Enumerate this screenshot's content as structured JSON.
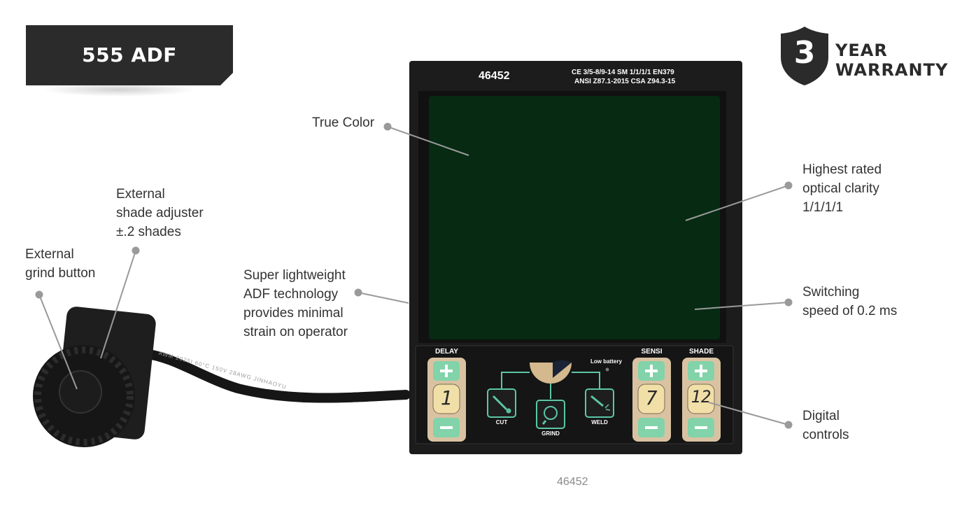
{
  "title": "555 ADF",
  "warranty": {
    "number": "3",
    "line1": "YEAR",
    "line2": "WARRANTY"
  },
  "filter": {
    "model": "46452",
    "cert_line1": "CE 3/5-8/9-14  SM  1/1/1/1  EN379",
    "cert_line2": "ANSI Z87.1-2015 CSA Z94.3-15",
    "low_battery": "Low battery",
    "delay_label": "DELAY",
    "delay_value": "1",
    "sensi_label": "SENSI",
    "sensi_value": "7",
    "shade_label": "SHADE",
    "shade_value": "12",
    "mode_cut": "CUT",
    "mode_grind": "GRIND",
    "mode_weld": "WELD"
  },
  "cable_print": "AWM  2025I  60°C  150V  28AWG  JINHAOYU",
  "callouts": {
    "true_color": "True Color",
    "shade_adjuster": [
      "External",
      "shade adjuster",
      "±.2 shades"
    ],
    "grind_button": [
      "External",
      "grind button"
    ],
    "lightweight": [
      "Super lightweight",
      "ADF technology",
      "provides minimal",
      "strain on operator"
    ],
    "optical": [
      "Highest rated",
      "optical clarity",
      "1/1/1/1"
    ],
    "switching": [
      "Switching",
      "speed of 0.2 ms"
    ],
    "digital": [
      "Digital",
      "controls"
    ]
  },
  "caption": "46452",
  "colors": {
    "title_bg": "#2b2b2b",
    "lens": "#062a12",
    "button_green": "#7fd1a8",
    "accent_teal": "#5bc7a6"
  }
}
